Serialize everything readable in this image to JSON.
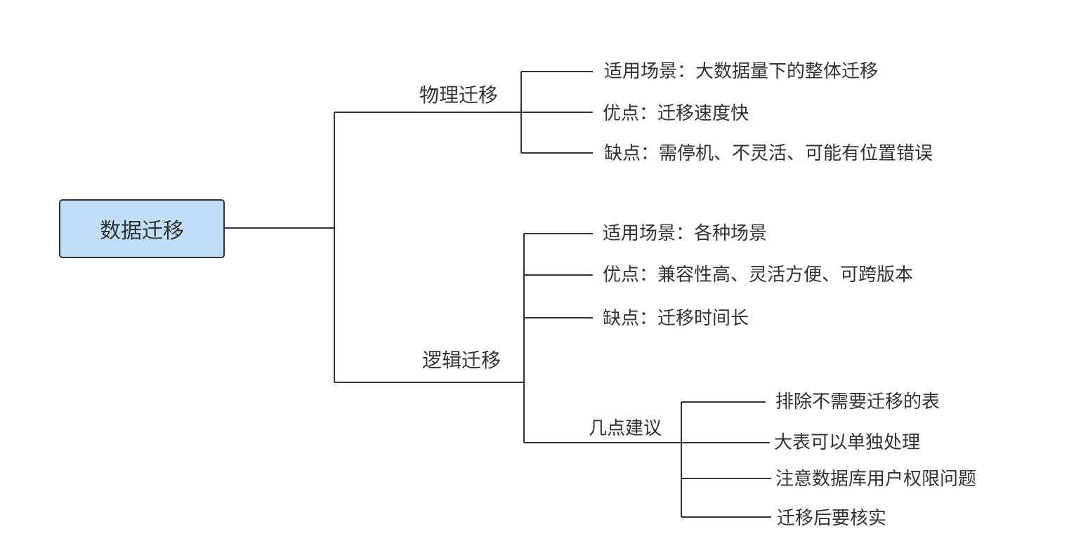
{
  "root": {
    "label": "数据迁移"
  },
  "physical": {
    "label": "物理迁移",
    "items": [
      "适用场景：大数据量下的整体迁移",
      "优点：迁移速度快",
      "缺点：需停机、不灵活、可能有位置错误"
    ]
  },
  "logical": {
    "label": "逻辑迁移",
    "items": [
      "适用场景：各种场景",
      "优点：兼容性高、灵活方便、可跨版本",
      "缺点：迁移时间长"
    ],
    "advice": {
      "label": "几点建议",
      "items": [
        "排除不需要迁移的表",
        "大表可以单独处理",
        "注意数据库用户权限问题",
        "迁移后要核实"
      ]
    }
  }
}
